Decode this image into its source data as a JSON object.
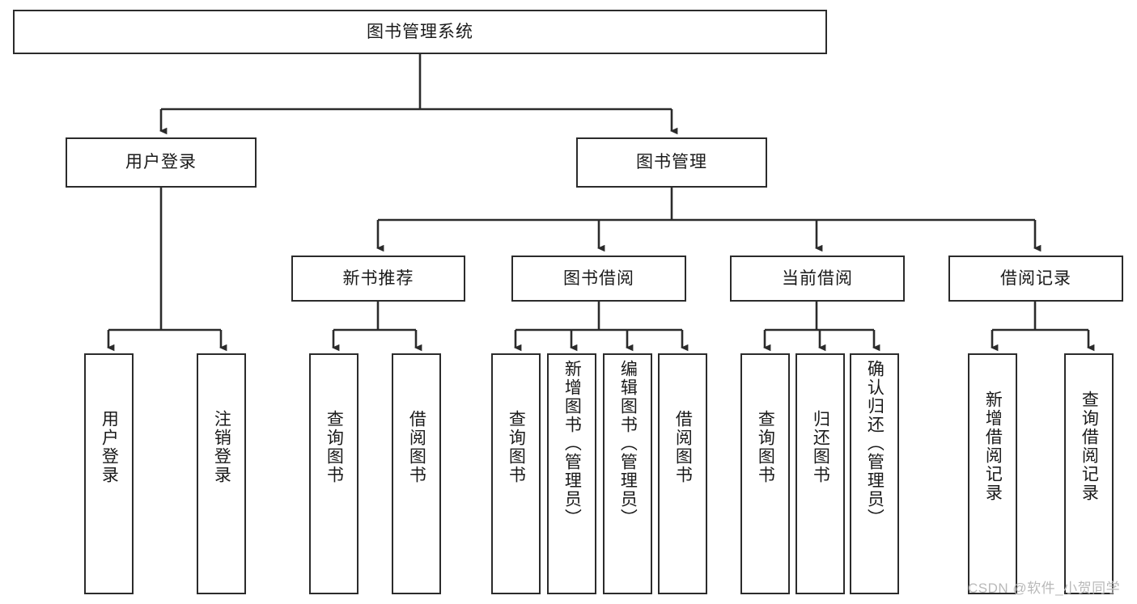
{
  "diagram": {
    "type": "tree-hierarchy-chart",
    "title": "图书管理系统",
    "colors": {
      "box_border": "#2b2b2b",
      "box_fill": "#ffffff",
      "connector": "#2b2b2b",
      "text": "#1a1a1a",
      "watermark": "#b9b9b9",
      "background": "#ffffff"
    },
    "root": {
      "label": "图书管理系统"
    },
    "level2": [
      {
        "id": "user-login",
        "label": "用户登录"
      },
      {
        "id": "book-management",
        "label": "图书管理"
      }
    ],
    "level3": [
      {
        "id": "new-book-recommend",
        "label": "新书推荐"
      },
      {
        "id": "book-borrow",
        "label": "图书借阅"
      },
      {
        "id": "current-borrow",
        "label": "当前借阅"
      },
      {
        "id": "borrow-record",
        "label": "借阅记录"
      }
    ],
    "leaves": {
      "user_login": [
        {
          "id": "leaf-user-login",
          "label": "用户登录"
        },
        {
          "id": "leaf-logout-login",
          "label": "注销登录"
        }
      ],
      "new_book_recommend": [
        {
          "id": "leaf-query-book-1",
          "label": "查询图书"
        },
        {
          "id": "leaf-borrow-book-1",
          "label": "借阅图书"
        }
      ],
      "book_borrow": [
        {
          "id": "leaf-query-book-2",
          "label": "查询图书"
        },
        {
          "id": "leaf-add-book",
          "label": "新增图书（管理员）"
        },
        {
          "id": "leaf-edit-book",
          "label": "编辑图书（管理员）"
        },
        {
          "id": "leaf-borrow-book-2",
          "label": "借阅图书"
        }
      ],
      "current_borrow": [
        {
          "id": "leaf-query-book-3",
          "label": "查询图书"
        },
        {
          "id": "leaf-return-book",
          "label": "归还图书"
        },
        {
          "id": "leaf-confirm-return",
          "label": "确认归还（管理员）"
        }
      ],
      "borrow_record": [
        {
          "id": "leaf-add-record",
          "label": "新增借阅记录"
        },
        {
          "id": "leaf-query-record",
          "label": "查询借阅记录"
        }
      ]
    }
  },
  "watermark": {
    "text": "CSDN @软件_小贺同学"
  }
}
